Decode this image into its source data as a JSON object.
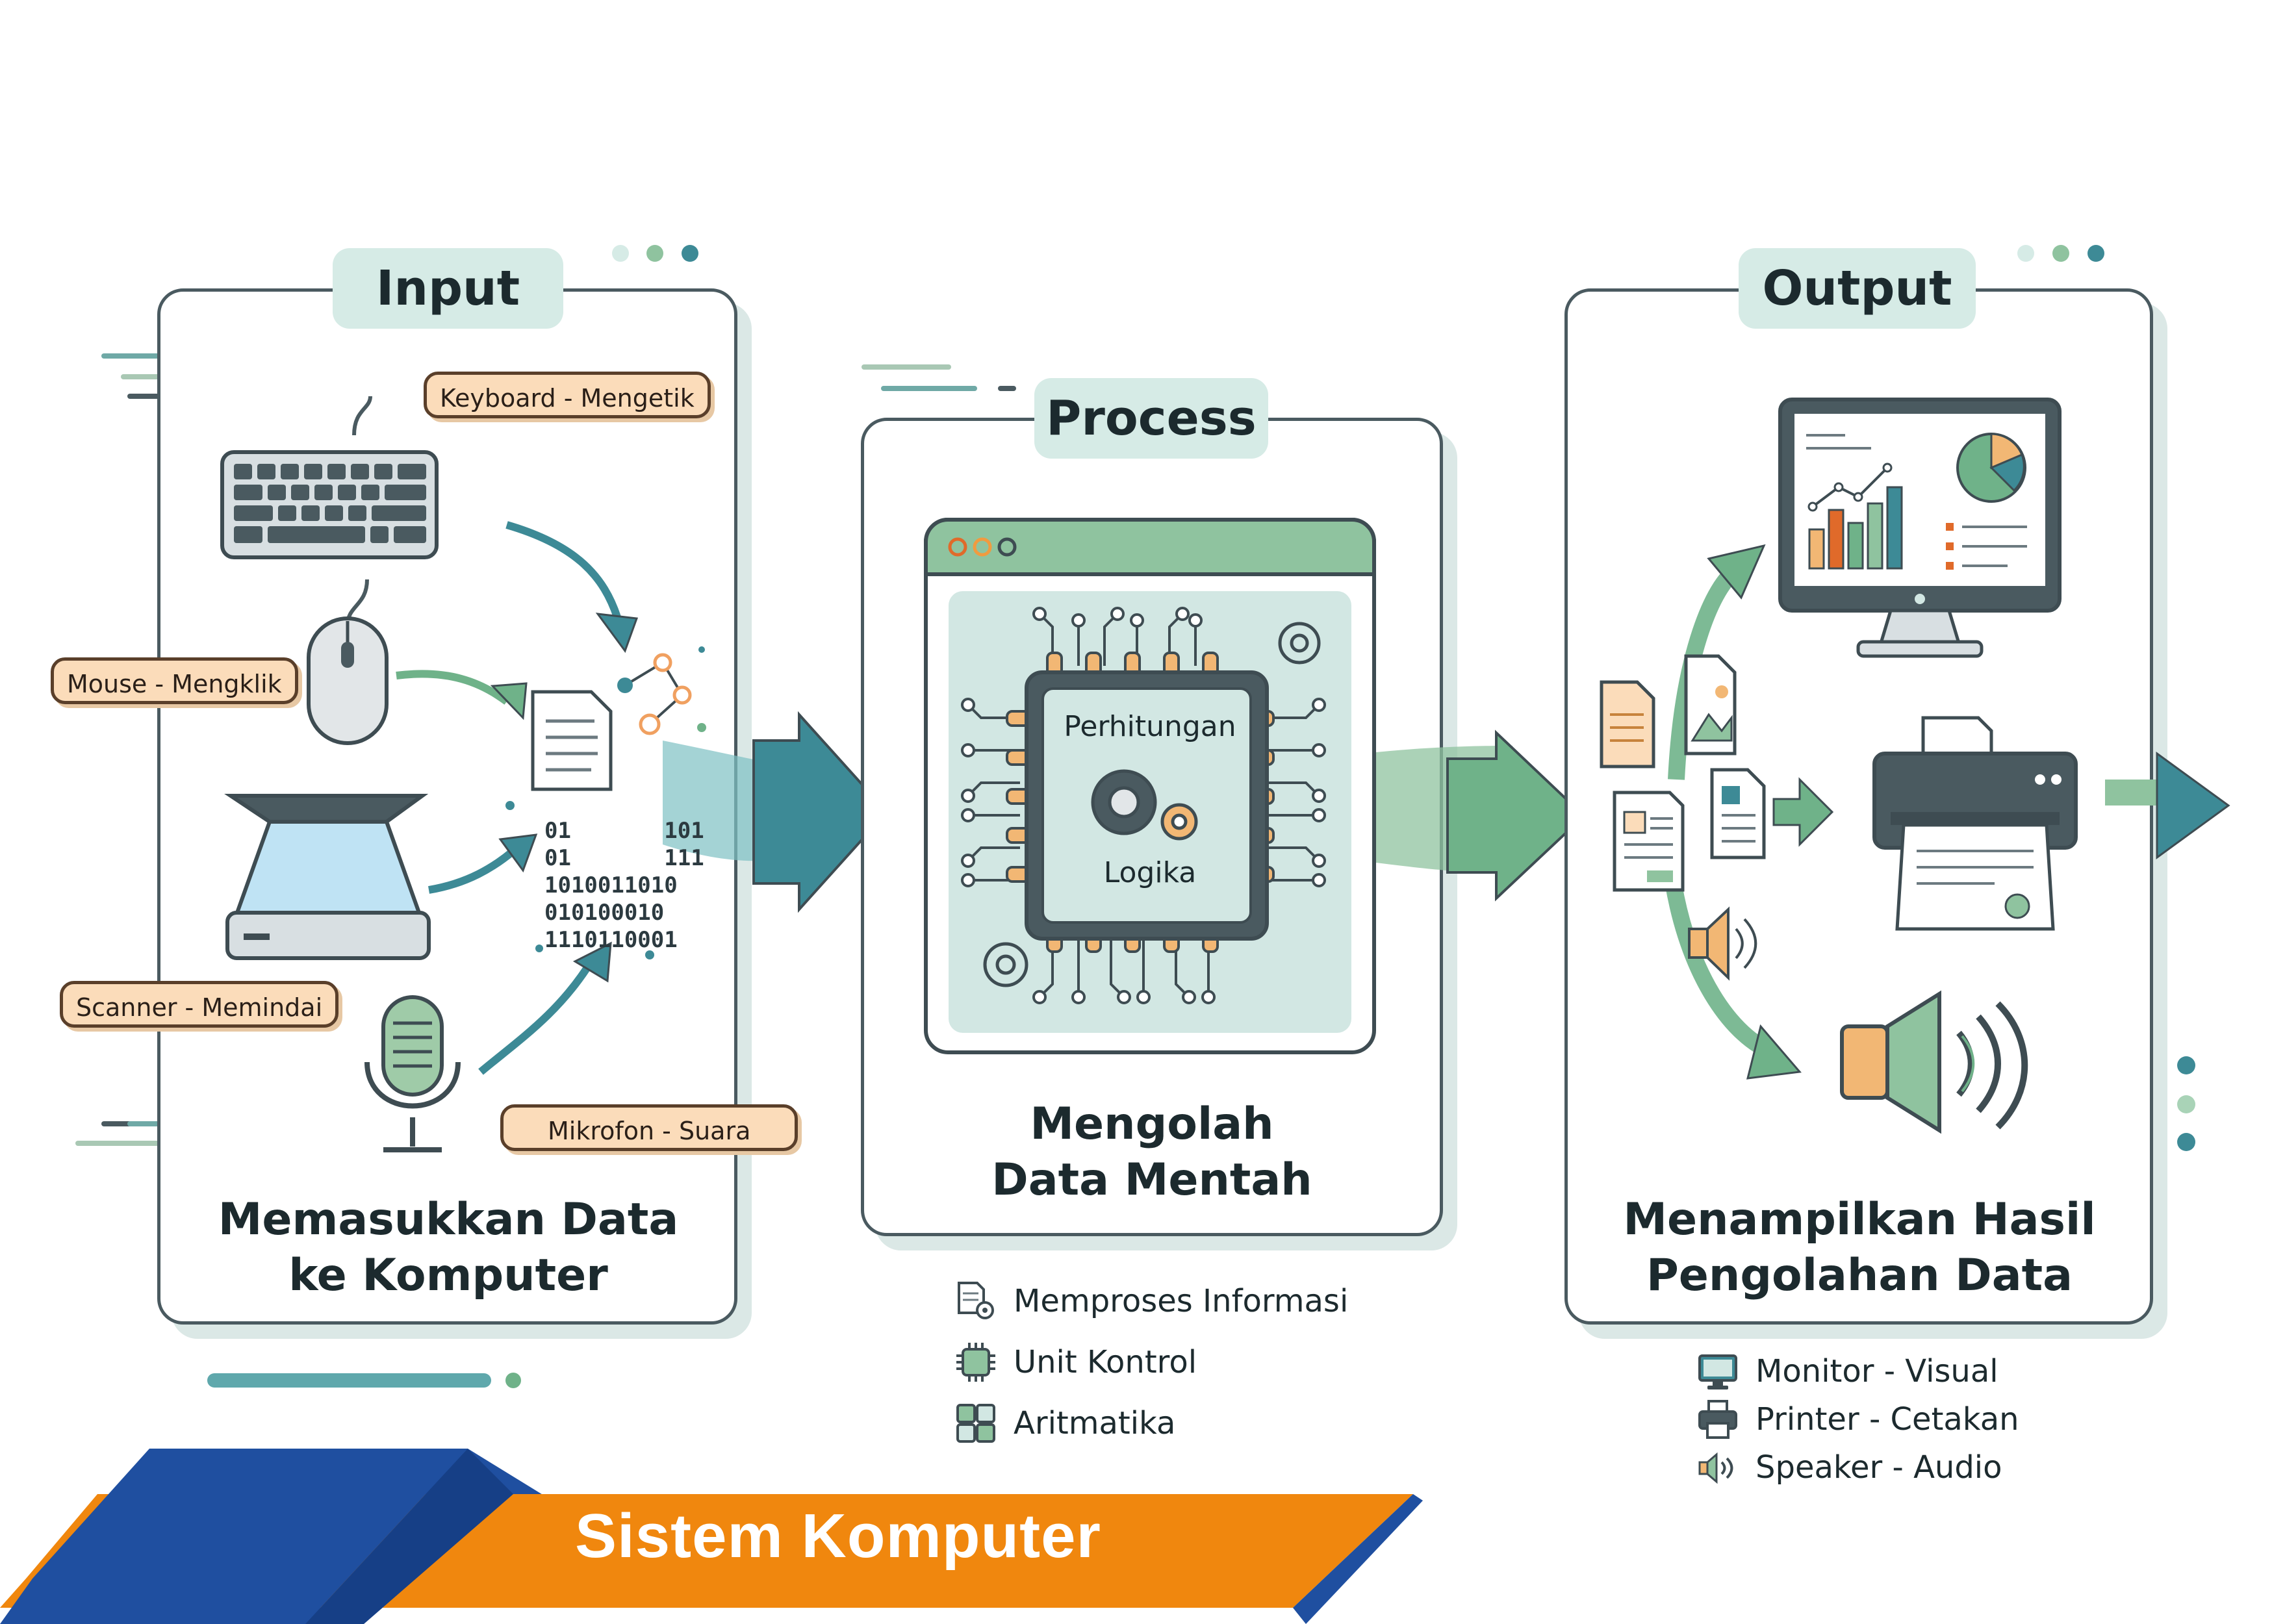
{
  "input": {
    "tag": "Input",
    "caption_line1": "Memasukkan Data",
    "caption_line2": "ke Komputer",
    "callouts": {
      "keyboard": "Keyboard - Mengetik",
      "mouse": "Mouse - Mengklik",
      "scanner": "Scanner - Memindai",
      "microphone": "Mikrofon - Suara"
    },
    "binary": [
      "01",
      "01",
      "1010011010",
      "010100010",
      "1110110001",
      "101",
      "111"
    ]
  },
  "process": {
    "tag": "Process",
    "chip_top": "Perhitungan",
    "chip_bottom": "Logika",
    "caption_line1": "Mengolah",
    "caption_line2": "Data Mentah",
    "legend": [
      {
        "icon": "document-gear-icon",
        "label": "Memproses Informasi"
      },
      {
        "icon": "chip-icon",
        "label": "Unit Kontrol"
      },
      {
        "icon": "calculator-icon",
        "label": "Aritmatika"
      }
    ]
  },
  "output": {
    "tag": "Output",
    "caption_line1": "Menampilkan Hasil",
    "caption_line2": "Pengolahan Data",
    "legend": [
      {
        "icon": "monitor-icon",
        "label": "Monitor - Visual"
      },
      {
        "icon": "printer-icon",
        "label": "Printer - Cetakan"
      },
      {
        "icon": "speaker-icon",
        "label": "Speaker - Audio"
      }
    ]
  },
  "banner": {
    "title": "Sistem Komputer",
    "colors": {
      "orange": "#f0870e",
      "blue": "#1f4fa0"
    }
  },
  "colors": {
    "teal": "#3d8a96",
    "green": "#6fb289",
    "panel_border": "#4a5a60",
    "callout_fill": "#fbdcba",
    "tag_fill": "#d6ebe6"
  }
}
